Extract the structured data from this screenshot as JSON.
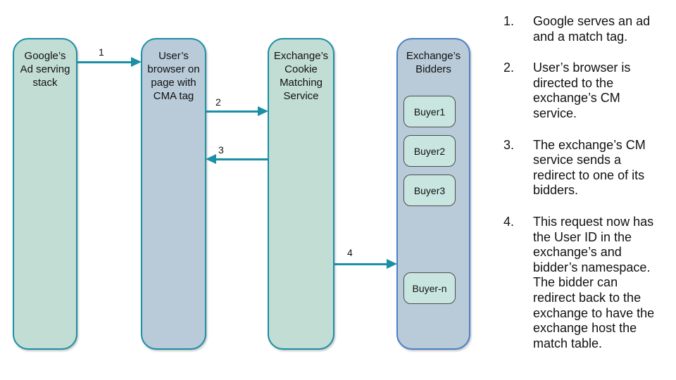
{
  "diagram": {
    "lanes": [
      {
        "title": "Google’s\nAd serving\nstack"
      },
      {
        "title": "User’s\nbrowser on\npage with\nCMA tag"
      },
      {
        "title": "Exchange’s\nCookie\nMatching\nService"
      },
      {
        "title": "Exchange’s\nBidders"
      }
    ],
    "buyers": [
      {
        "label": "Buyer1"
      },
      {
        "label": "Buyer2"
      },
      {
        "label": "Buyer3"
      },
      {
        "label": "Buyer-n"
      }
    ],
    "arrows": [
      {
        "label": "1",
        "from": "Google’s Ad serving stack",
        "to": "User’s browser on page with CMA tag",
        "direction": "right"
      },
      {
        "label": "2",
        "from": "User’s browser on page with CMA tag",
        "to": "Exchange’s Cookie Matching Service",
        "direction": "right"
      },
      {
        "label": "3",
        "from": "Exchange’s Cookie Matching Service",
        "to": "User’s browser on page with CMA tag",
        "direction": "left"
      },
      {
        "label": "4",
        "from": "Exchange’s Cookie Matching Service",
        "to": "Exchange’s Bidders",
        "direction": "right"
      }
    ]
  },
  "steps": {
    "items": [
      {
        "number": "1.",
        "text": "Google serves an ad\nand a match tag."
      },
      {
        "number": "2.",
        "text": "User’s browser is\ndirected to the\nexchange’s CM\nservice."
      },
      {
        "number": "3.",
        "text": "The exchange’s CM\nservice sends a\nredirect to one of its\nbidders."
      },
      {
        "number": "4.",
        "text": "This request now has\nthe User ID in the\nexchange’s and\nbidder’s namespace.\nThe bidder can\nredirect back to the\nexchange to have the\nexchange host the\nmatch table."
      }
    ]
  },
  "colors": {
    "teal_border_arrow": "#1a8fa6",
    "green_fill": "#c2ddd4",
    "blue_fill": "#b9cad8",
    "bidders_border": "#4a80c4",
    "buyer_fill": "#c8e6df",
    "buyer_border": "#4d4d4d",
    "text": "#111111",
    "background": "#ffffff"
  }
}
